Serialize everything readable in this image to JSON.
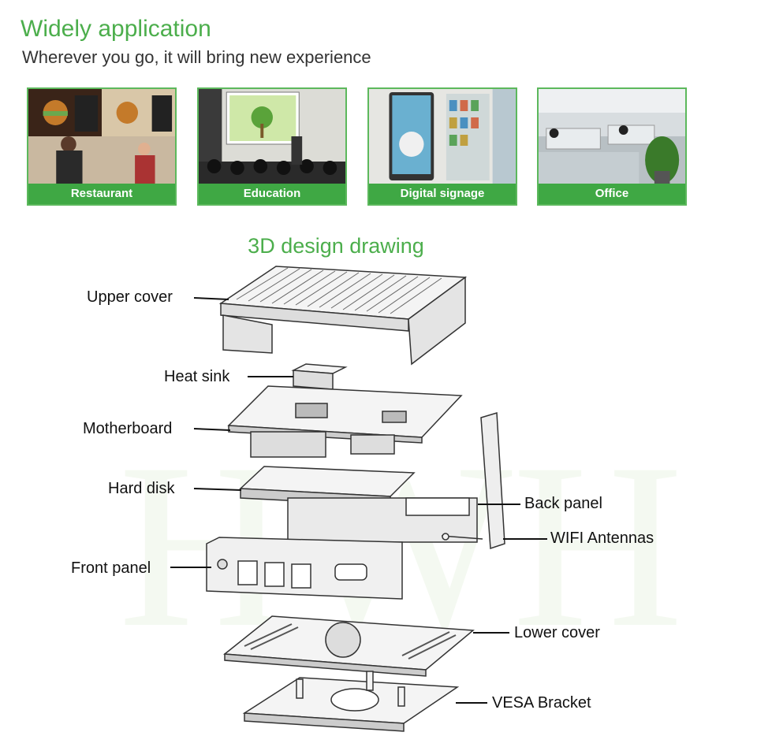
{
  "header": {
    "title": "Widely application",
    "subtitle": "Wherever you go, it will bring new experience"
  },
  "applications": [
    {
      "label": "Restaurant"
    },
    {
      "label": "Education"
    },
    {
      "label": "Digital signage"
    },
    {
      "label": "Office"
    }
  ],
  "design": {
    "title": "3D design drawing",
    "parts": {
      "upper_cover": "Upper cover",
      "heat_sink": "Heat sink",
      "motherboard": "Motherboard",
      "hard_disk": "Hard disk",
      "front_panel": "Front panel",
      "back_panel": "Back panel",
      "wifi_antennas": "WIFI Antennas",
      "lower_cover": "Lower cover",
      "vesa_bracket": "VESA Bracket"
    }
  },
  "colors": {
    "accent": "#4cae4c",
    "label_bg": "#3fa844"
  }
}
